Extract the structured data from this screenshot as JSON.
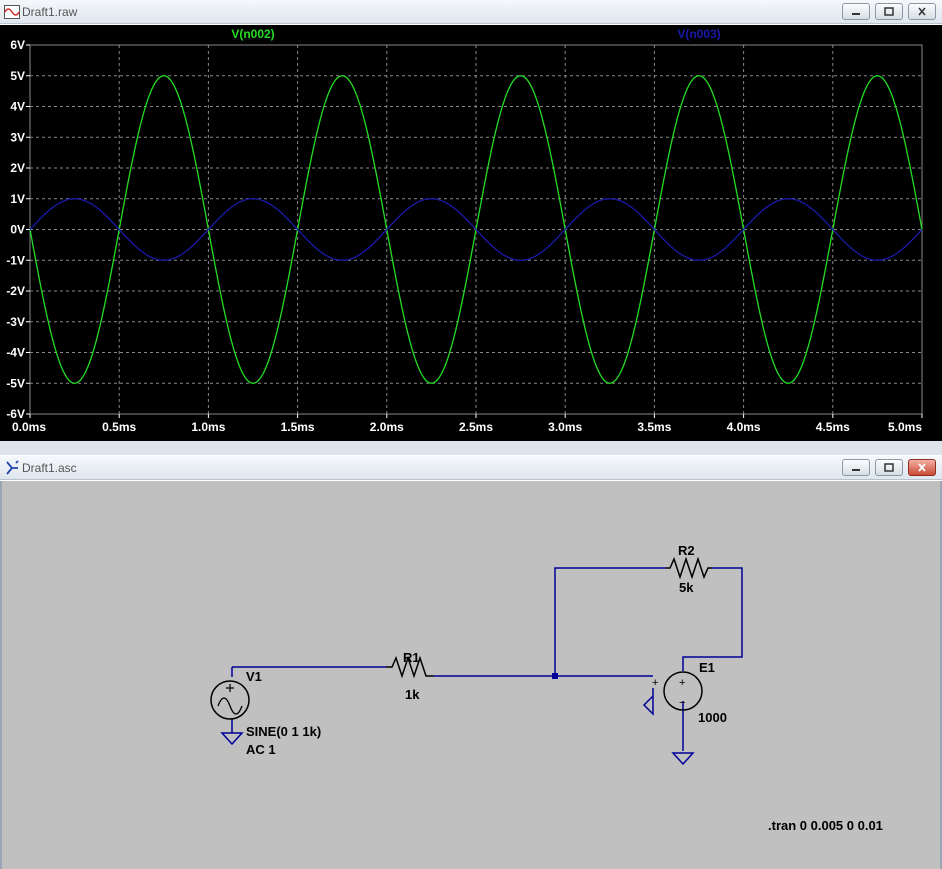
{
  "plot_window": {
    "title": "Draft1.raw",
    "icon": "waveform-icon"
  },
  "schematic_window": {
    "title": "Draft1.asc",
    "icon": "ltspice-icon",
    "components": {
      "v1": {
        "name": "V1",
        "value": "SINE(0 1 1k)",
        "ac": "AC 1"
      },
      "r1": {
        "name": "R1",
        "value": "1k"
      },
      "r2": {
        "name": "R2",
        "value": "5k"
      },
      "e1": {
        "name": "E1",
        "value": "1000",
        "plus": "+",
        "minus": "−"
      }
    },
    "directive": ".tran 0 0.005 0 0.01"
  },
  "colors": {
    "trace1": "#22dd22",
    "trace2": "#1a1aaa",
    "wire": "#000099",
    "grid": "#888888",
    "axis_text": "#ffffff",
    "background": "#000000"
  },
  "chart_data": {
    "type": "line",
    "title": "",
    "xlabel": "",
    "ylabel": "",
    "xlim": [
      0,
      5
    ],
    "ylim": [
      -6,
      6
    ],
    "x_unit": "ms",
    "x_ticks": [
      "0.0ms",
      "0.5ms",
      "1.0ms",
      "1.5ms",
      "2.0ms",
      "2.5ms",
      "3.0ms",
      "3.5ms",
      "4.0ms",
      "4.5ms",
      "5.0ms"
    ],
    "y_ticks": [
      "6V",
      "5V",
      "4V",
      "3V",
      "2V",
      "1V",
      "0V",
      "-1V",
      "-2V",
      "-3V",
      "-4V",
      "-5V",
      "-6V"
    ],
    "grid": true,
    "series": [
      {
        "name": "V(n002)",
        "color": "#22dd22",
        "function": "-5*sin(2*pi*1k*t)",
        "amplitude": 5,
        "frequency_khz": 1,
        "phase": "inverted"
      },
      {
        "name": "V(n003)",
        "color": "#1a1aaa",
        "function": "1*sin(2*pi*1k*t)",
        "amplitude": 1,
        "frequency_khz": 1,
        "phase": "normal"
      }
    ]
  }
}
